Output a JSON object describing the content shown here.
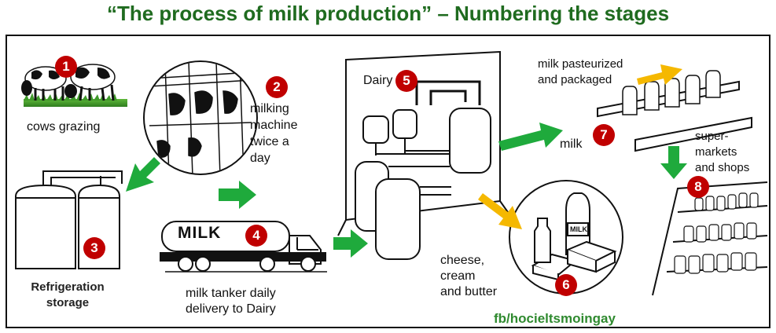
{
  "title": "“The process of milk production” – Numbering the stages",
  "credit": "fb/hocieltsmoingay",
  "colors": {
    "title": "#1f6b1f",
    "arrow_green": "#1faa3c",
    "arrow_yellow": "#f5b800",
    "badge": "#c00000"
  },
  "stages": [
    {
      "number": "1",
      "label": "cows grazing"
    },
    {
      "number": "2",
      "label_lines": [
        "milking",
        "machine",
        "twice a",
        "day"
      ]
    },
    {
      "number": "3",
      "label_lines": [
        "Refrigeration",
        "storage"
      ]
    },
    {
      "number": "4",
      "label_lines": [
        "milk tanker daily",
        "delivery to Dairy"
      ],
      "truck_text": "MILK"
    },
    {
      "number": "5",
      "label": "Dairy"
    },
    {
      "number": "6",
      "label_lines": [
        "cheese,",
        "cream",
        "and butter"
      ],
      "jug_text": "MILK"
    },
    {
      "number": "7",
      "label": "milk",
      "top_label_lines": [
        "milk pasteurized",
        "and packaged"
      ]
    },
    {
      "number": "8",
      "label_lines": [
        "super-",
        "markets",
        "and shops"
      ]
    }
  ]
}
